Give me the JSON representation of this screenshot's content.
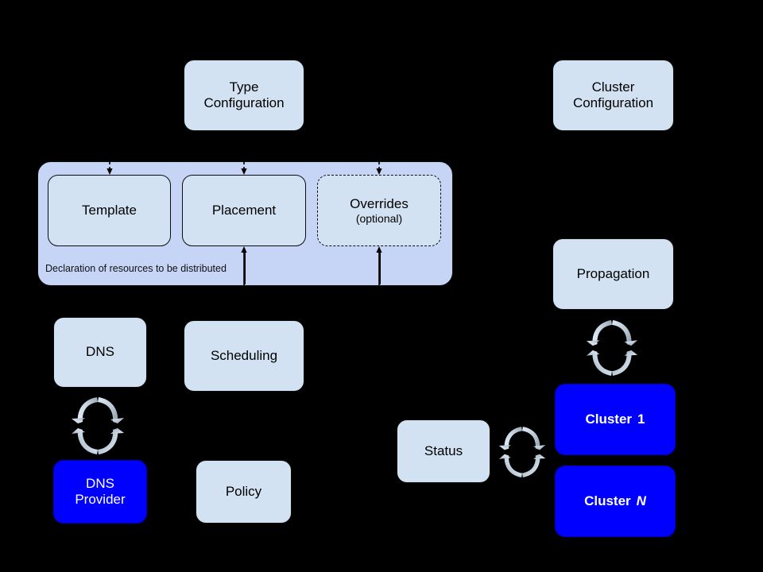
{
  "diagram": {
    "title": "Kubernetes Federation architecture diagram",
    "background_color": "#000000",
    "light_box_color": "#d3e2f2",
    "panel_color": "#c6d5f5",
    "cluster_color": "#0000ff",
    "stroke_color": "#0d0d0d"
  },
  "nodes": {
    "type_configuration": {
      "label": "Type\nConfiguration",
      "line1": "Type",
      "line2": "Configuration"
    },
    "cluster_configuration": {
      "label": "Cluster\nConfiguration",
      "line1": "Cluster",
      "line2": "Configuration"
    },
    "template": {
      "label": "Template"
    },
    "placement": {
      "label": "Placement"
    },
    "overrides": {
      "line1": "Overrides",
      "line2": "(optional)"
    },
    "panel_caption": {
      "label": "Declaration of resources to be distributed"
    },
    "dns": {
      "label": "DNS"
    },
    "scheduling": {
      "label": "Scheduling"
    },
    "dns_provider": {
      "line1": "DNS",
      "line2": "Provider"
    },
    "policy": {
      "label": "Policy"
    },
    "propagation": {
      "label": "Propagation"
    },
    "status": {
      "label": "Status"
    },
    "cluster_1": {
      "prefix": "Cluster",
      "suffix": "1"
    },
    "cluster_n": {
      "prefix": "Cluster",
      "suffix": "N"
    }
  },
  "icons": {
    "sync_dns": "sync-cycle-icon",
    "sync_propagation": "sync-cycle-icon",
    "sync_status": "sync-cycle-icon",
    "arrow_template": "arrow-down-dashed",
    "arrow_placement": "arrow-down-dashed",
    "arrow_overrides": "arrow-down-dashed",
    "arrow_placement_up": "arrow-up-solid",
    "arrow_overrides_up": "arrow-up-solid"
  }
}
